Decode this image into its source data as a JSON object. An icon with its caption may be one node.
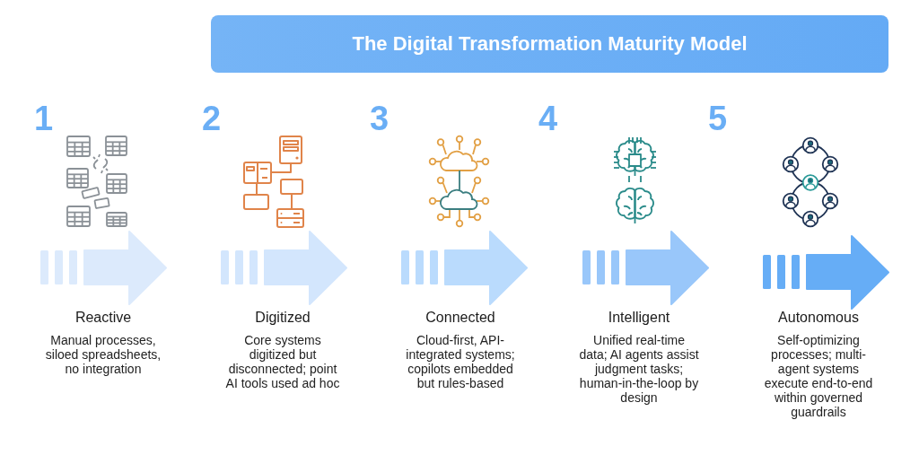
{
  "diagram": {
    "title": "The Digital Transformation Maturity Model",
    "labels": [
      "1",
      "Reactive",
      "Manual processes, siloed spreadsheets, no integration",
      "2",
      "Digitized",
      "Core systems digitized but disconnected; point AI tools used ad hoc",
      "3",
      "Connected",
      "Cloud-first, API-integrated systems; copilots embedded but rules-based",
      "4",
      "Intelligent",
      "Unified real-time data; AI agents assist judgment tasks; human-in-the-loop by design",
      "5",
      "Autonomous",
      "Self-optimizing processes; multi-agent systems execute end-to-end within governed guardrails"
    ]
  }
}
